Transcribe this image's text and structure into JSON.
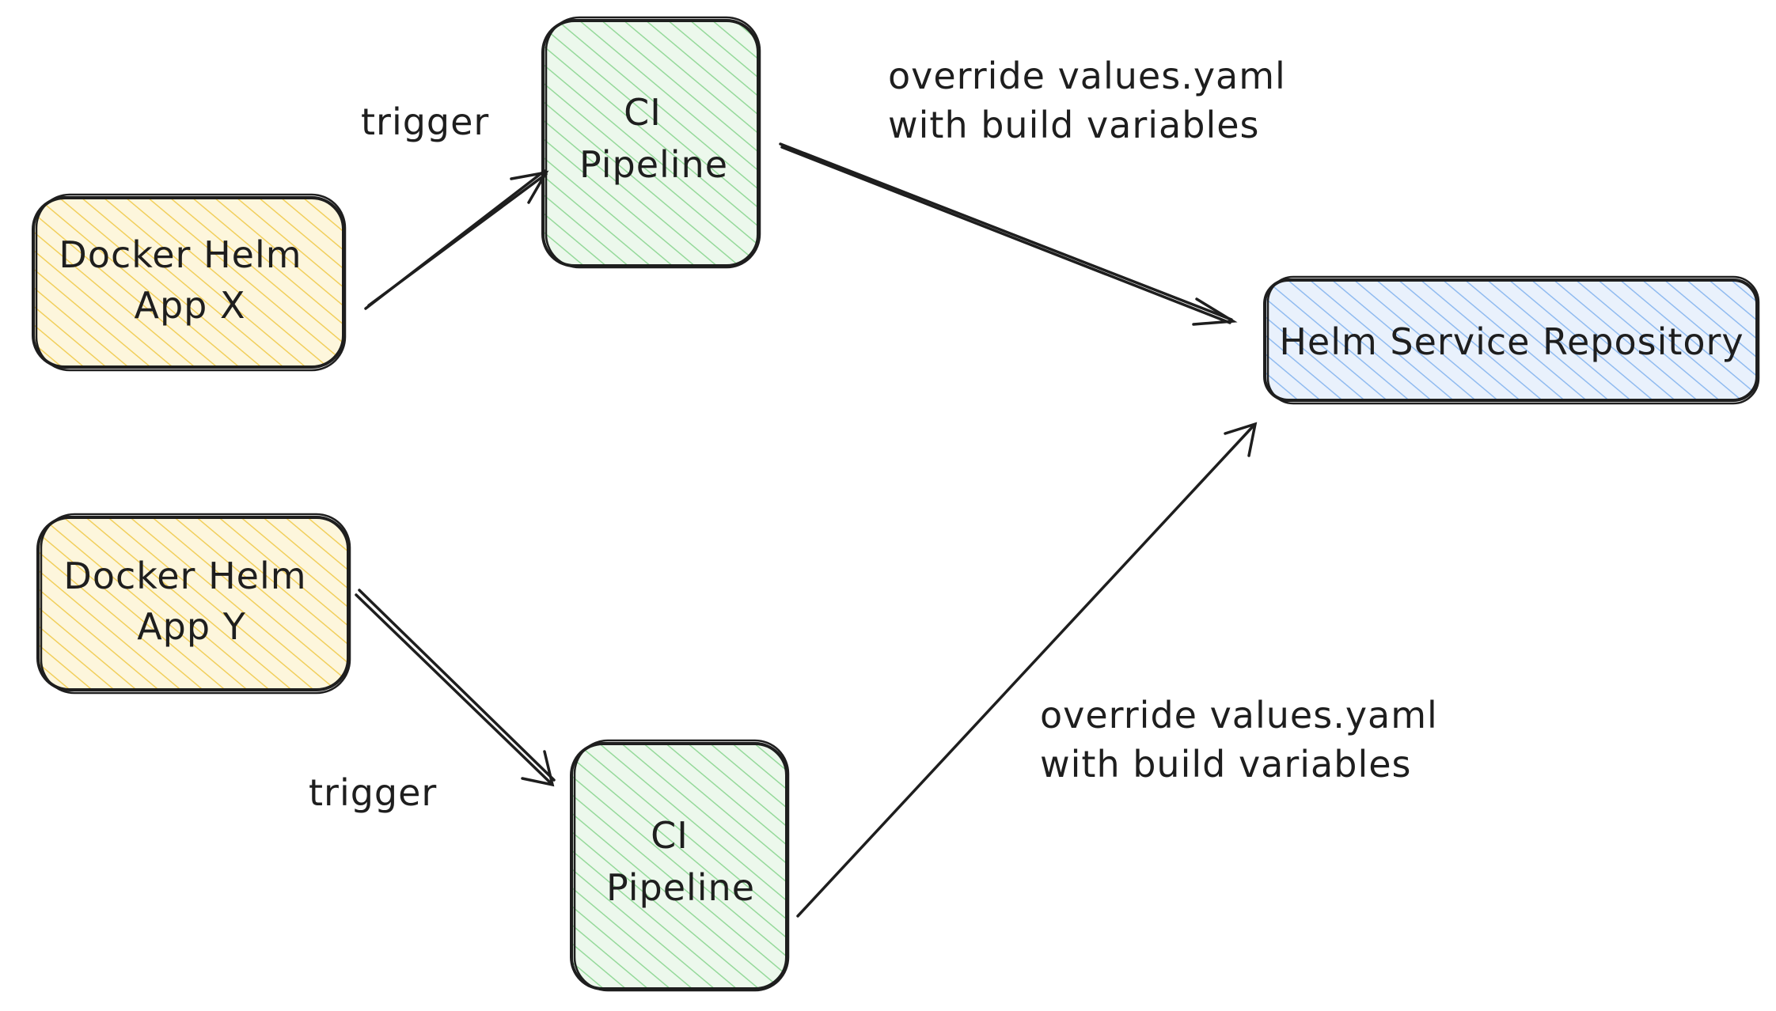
{
  "diagram": {
    "colors": {
      "ink": "#1e1e1e",
      "yellow_hatch": "#f5d76e",
      "green_hatch": "#8fd694",
      "blue_hatch": "#8db8ee",
      "background": "#ffffff"
    },
    "nodes": {
      "docker_x": {
        "line1": "Docker Helm",
        "line2": "App X",
        "color": "yellow"
      },
      "docker_y": {
        "line1": "Docker Helm",
        "line2": "App Y",
        "color": "yellow"
      },
      "ci_top": {
        "line1": "CI",
        "line2": "Pipeline",
        "color": "green"
      },
      "ci_bottom": {
        "line1": "CI",
        "line2": "Pipeline",
        "color": "green"
      },
      "repo": {
        "line1": "Helm Service Repository",
        "color": "blue"
      }
    },
    "edges": {
      "trigger_top": {
        "label": "trigger"
      },
      "trigger_bottom": {
        "label": "trigger"
      },
      "override_top": {
        "line1": "override values.yaml",
        "line2": "with build variables"
      },
      "override_bottom": {
        "line1": "override values.yaml",
        "line2": "with build variables"
      }
    }
  }
}
